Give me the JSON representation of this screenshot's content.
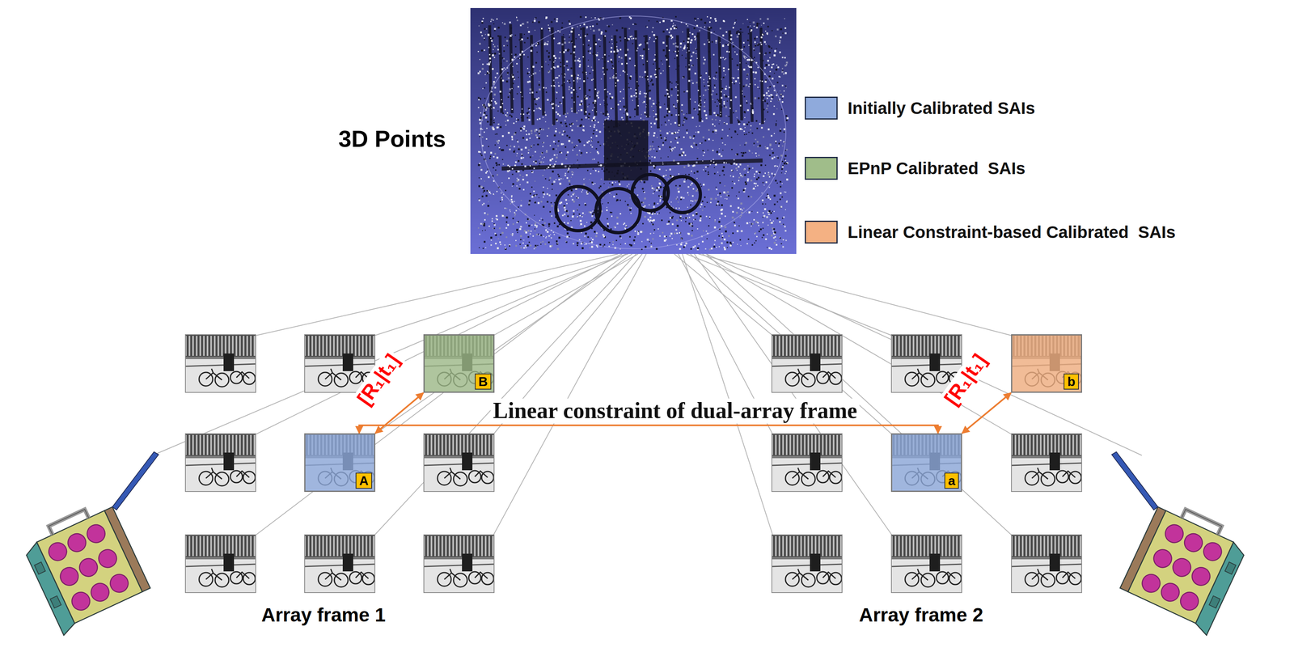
{
  "diagram": {
    "nodes": [
      {
        "text": [
          "B"
        ]
      },
      {
        "text": [
          "A"
        ]
      },
      {
        "text": [
          "b"
        ]
      },
      {
        "text": [
          "a"
        ]
      }
    ],
    "edges": [
      {
        "from": 1,
        "to": 0,
        "arrow": "both",
        "label": "[R₁|t₁]"
      },
      {
        "from": 1,
        "to": 3,
        "arrow": "both",
        "label": "Linear constraint of dual-array frame"
      },
      {
        "from": 3,
        "to": 2,
        "arrow": "both",
        "label": "[R₁|t₁]"
      }
    ],
    "labels": [
      "3D Points",
      "Array frame 1",
      "Array frame 2"
    ],
    "legend": [
      {
        "text": "Initially Calibrated SAIs",
        "color": "#8FAADC"
      },
      {
        "text": "EPnP Calibrated  SAIs",
        "color": "#A0BD8A"
      },
      {
        "text": "Linear Constraint-based Calibrated  SAIs",
        "color": "#F4B183"
      }
    ]
  }
}
